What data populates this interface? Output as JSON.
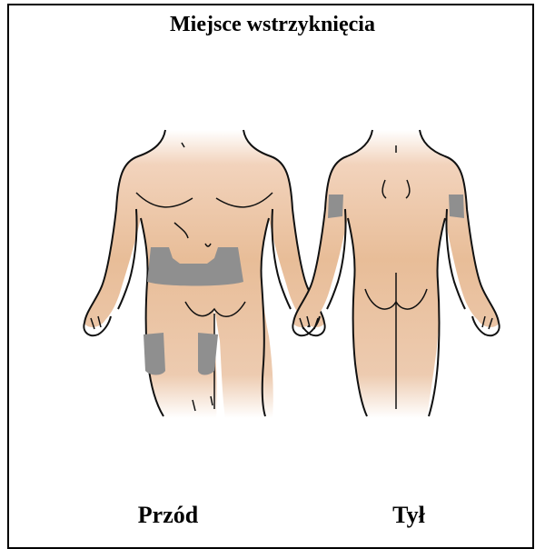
{
  "title": "Miejsce wstrzyknięcia",
  "labels": {
    "front": "Przód",
    "back": "Tył"
  },
  "colors": {
    "skin": "#e8bd98",
    "skin_light": "#f6e4d6",
    "injection_site": "#8f8f8f",
    "outline": "#111111"
  },
  "injection_sites": {
    "front": [
      "abdomen-site",
      "left-thigh-site",
      "right-thigh-site"
    ],
    "back": [
      "left-upper-arm-site",
      "right-upper-arm-site"
    ]
  }
}
